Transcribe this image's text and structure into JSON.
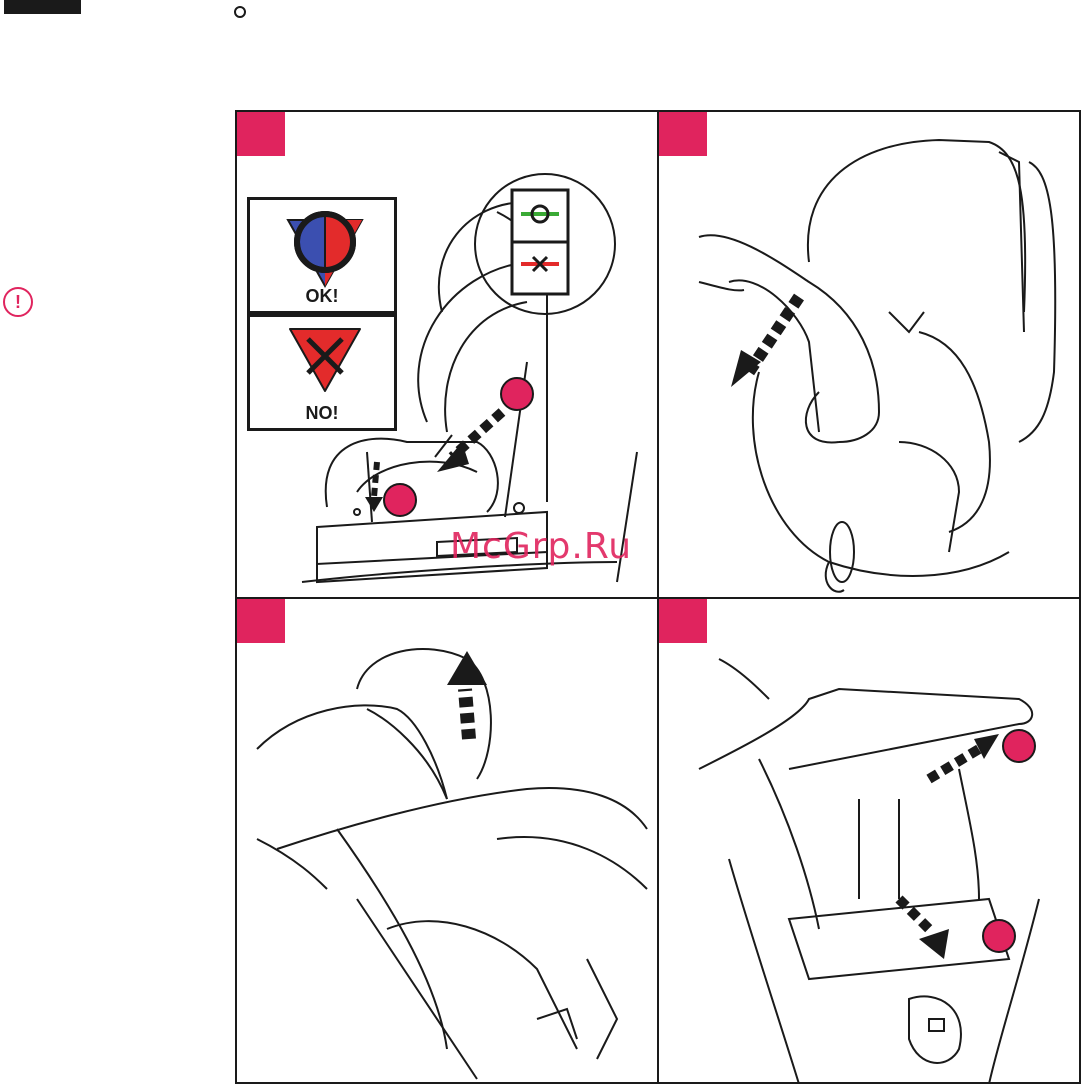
{
  "page": {
    "ok_label": "OK!",
    "no_label": "NO!",
    "watermark": "McGrp.Ru",
    "warning_glyph": "!",
    "icons": [
      "ring-bullet-icon",
      "warning-circle-icon",
      "ok-indicator-icon",
      "no-indicator-icon",
      "arrow-icon"
    ],
    "colors": {
      "accent": "#e0245e",
      "ok_green": "#3aaa35",
      "indicator_blue": "#3b4fb0",
      "indicator_red": "#e32b2b",
      "line": "#1a1a1a"
    }
  }
}
